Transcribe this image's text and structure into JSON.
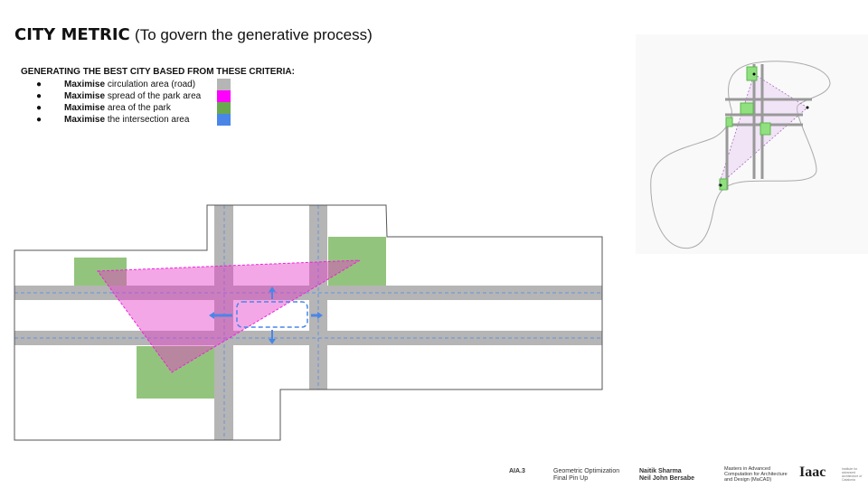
{
  "title": {
    "bold": "CITY METRIC",
    "rest": "(To govern the generative process)"
  },
  "criteria": {
    "heading": "GENERATING THE BEST CITY BASED FROM THESE CRITERIA:",
    "items": [
      {
        "bold": "Maximise",
        "text": "circulation area (road)",
        "color": "#b5b5b5"
      },
      {
        "bold": "Maximise",
        "text": "spread of the park area",
        "color": "#ff00ff"
      },
      {
        "bold": "Maximise",
        "text": "area of the park",
        "color": "#6aa84f"
      },
      {
        "bold": "Maximise",
        "text": "the intersection area",
        "color": "#4a86e8"
      }
    ]
  },
  "colors": {
    "road": "#b5b5b5",
    "park": "#93c47d",
    "spread": "#ee55dd",
    "intersection": "#4a86e8",
    "outline": "#555555"
  },
  "footer": {
    "code": "AIA.3",
    "course_line1": "Geometric Optimization",
    "course_line2": "Final Pin Up",
    "author1": "Naitik Sharma",
    "author2": "Neil John Bersabe",
    "program_line1": "Masters in Advanced",
    "program_line2": "Computation for Architecture",
    "program_line3": "and Design (MaCAD)",
    "logo": "Iaac",
    "logo_sub": "Institute for advanced architecture of Catalonia"
  }
}
